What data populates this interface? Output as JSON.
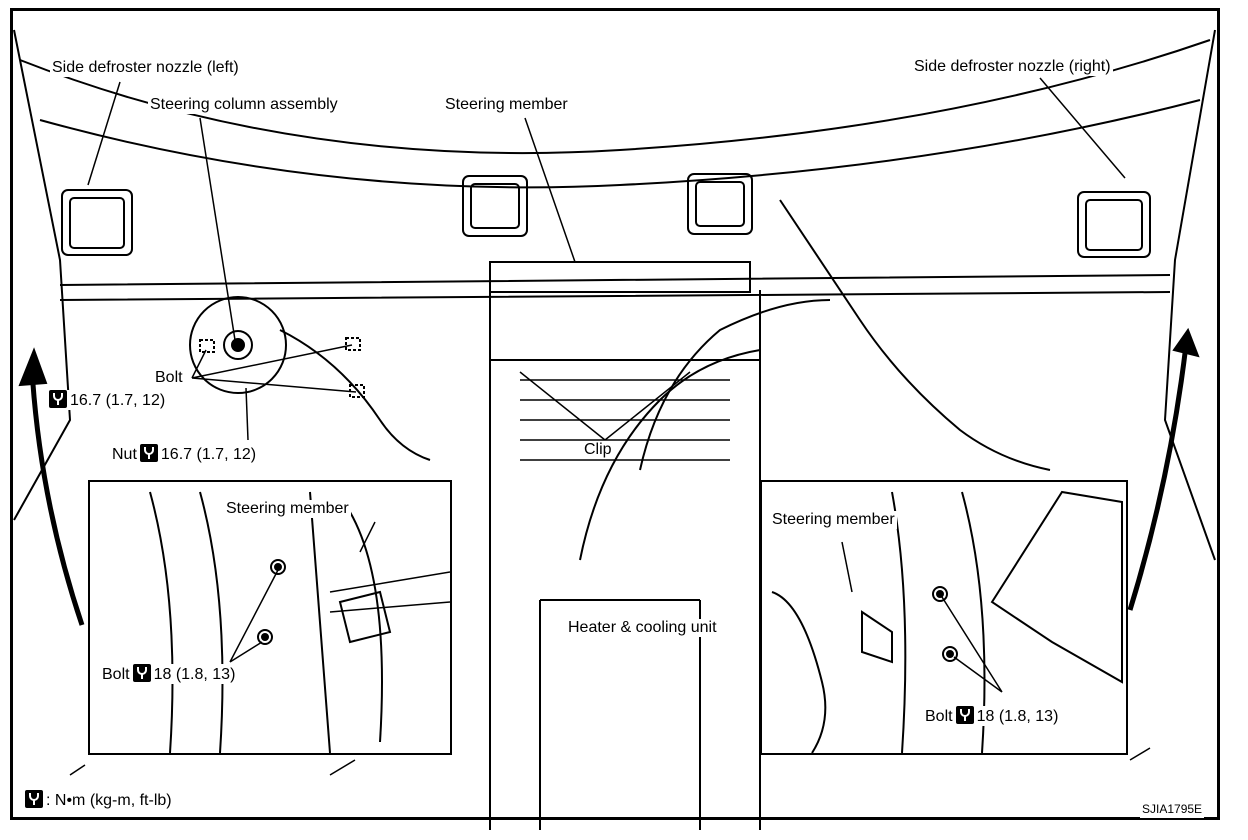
{
  "labels": {
    "defroster_left": "Side defroster nozzle (left)",
    "defroster_right": "Side defroster nozzle (right)",
    "steering_column": "Steering column assembly",
    "steering_member_top": "Steering member",
    "bolt_top": "Bolt",
    "bolt_top_torque": "16.7 (1.7, 12)",
    "nut": "Nut",
    "nut_torque": "16.7 (1.7, 12)",
    "clip": "Clip",
    "heater_cooling": "Heater & cooling unit",
    "inset_left_member": "Steering member",
    "inset_left_bolt": "Bolt",
    "inset_left_torque": "18 (1.8, 13)",
    "inset_right_member": "Steering member",
    "inset_right_bolt": "Bolt",
    "inset_right_torque": "18 (1.8, 13)",
    "legend": ": N•m (kg-m, ft-lb)",
    "figure_code": "SJIA1795E"
  },
  "icons": [
    "torque-wrench-icon"
  ],
  "colors": {
    "line": "#000000",
    "background": "#ffffff"
  }
}
